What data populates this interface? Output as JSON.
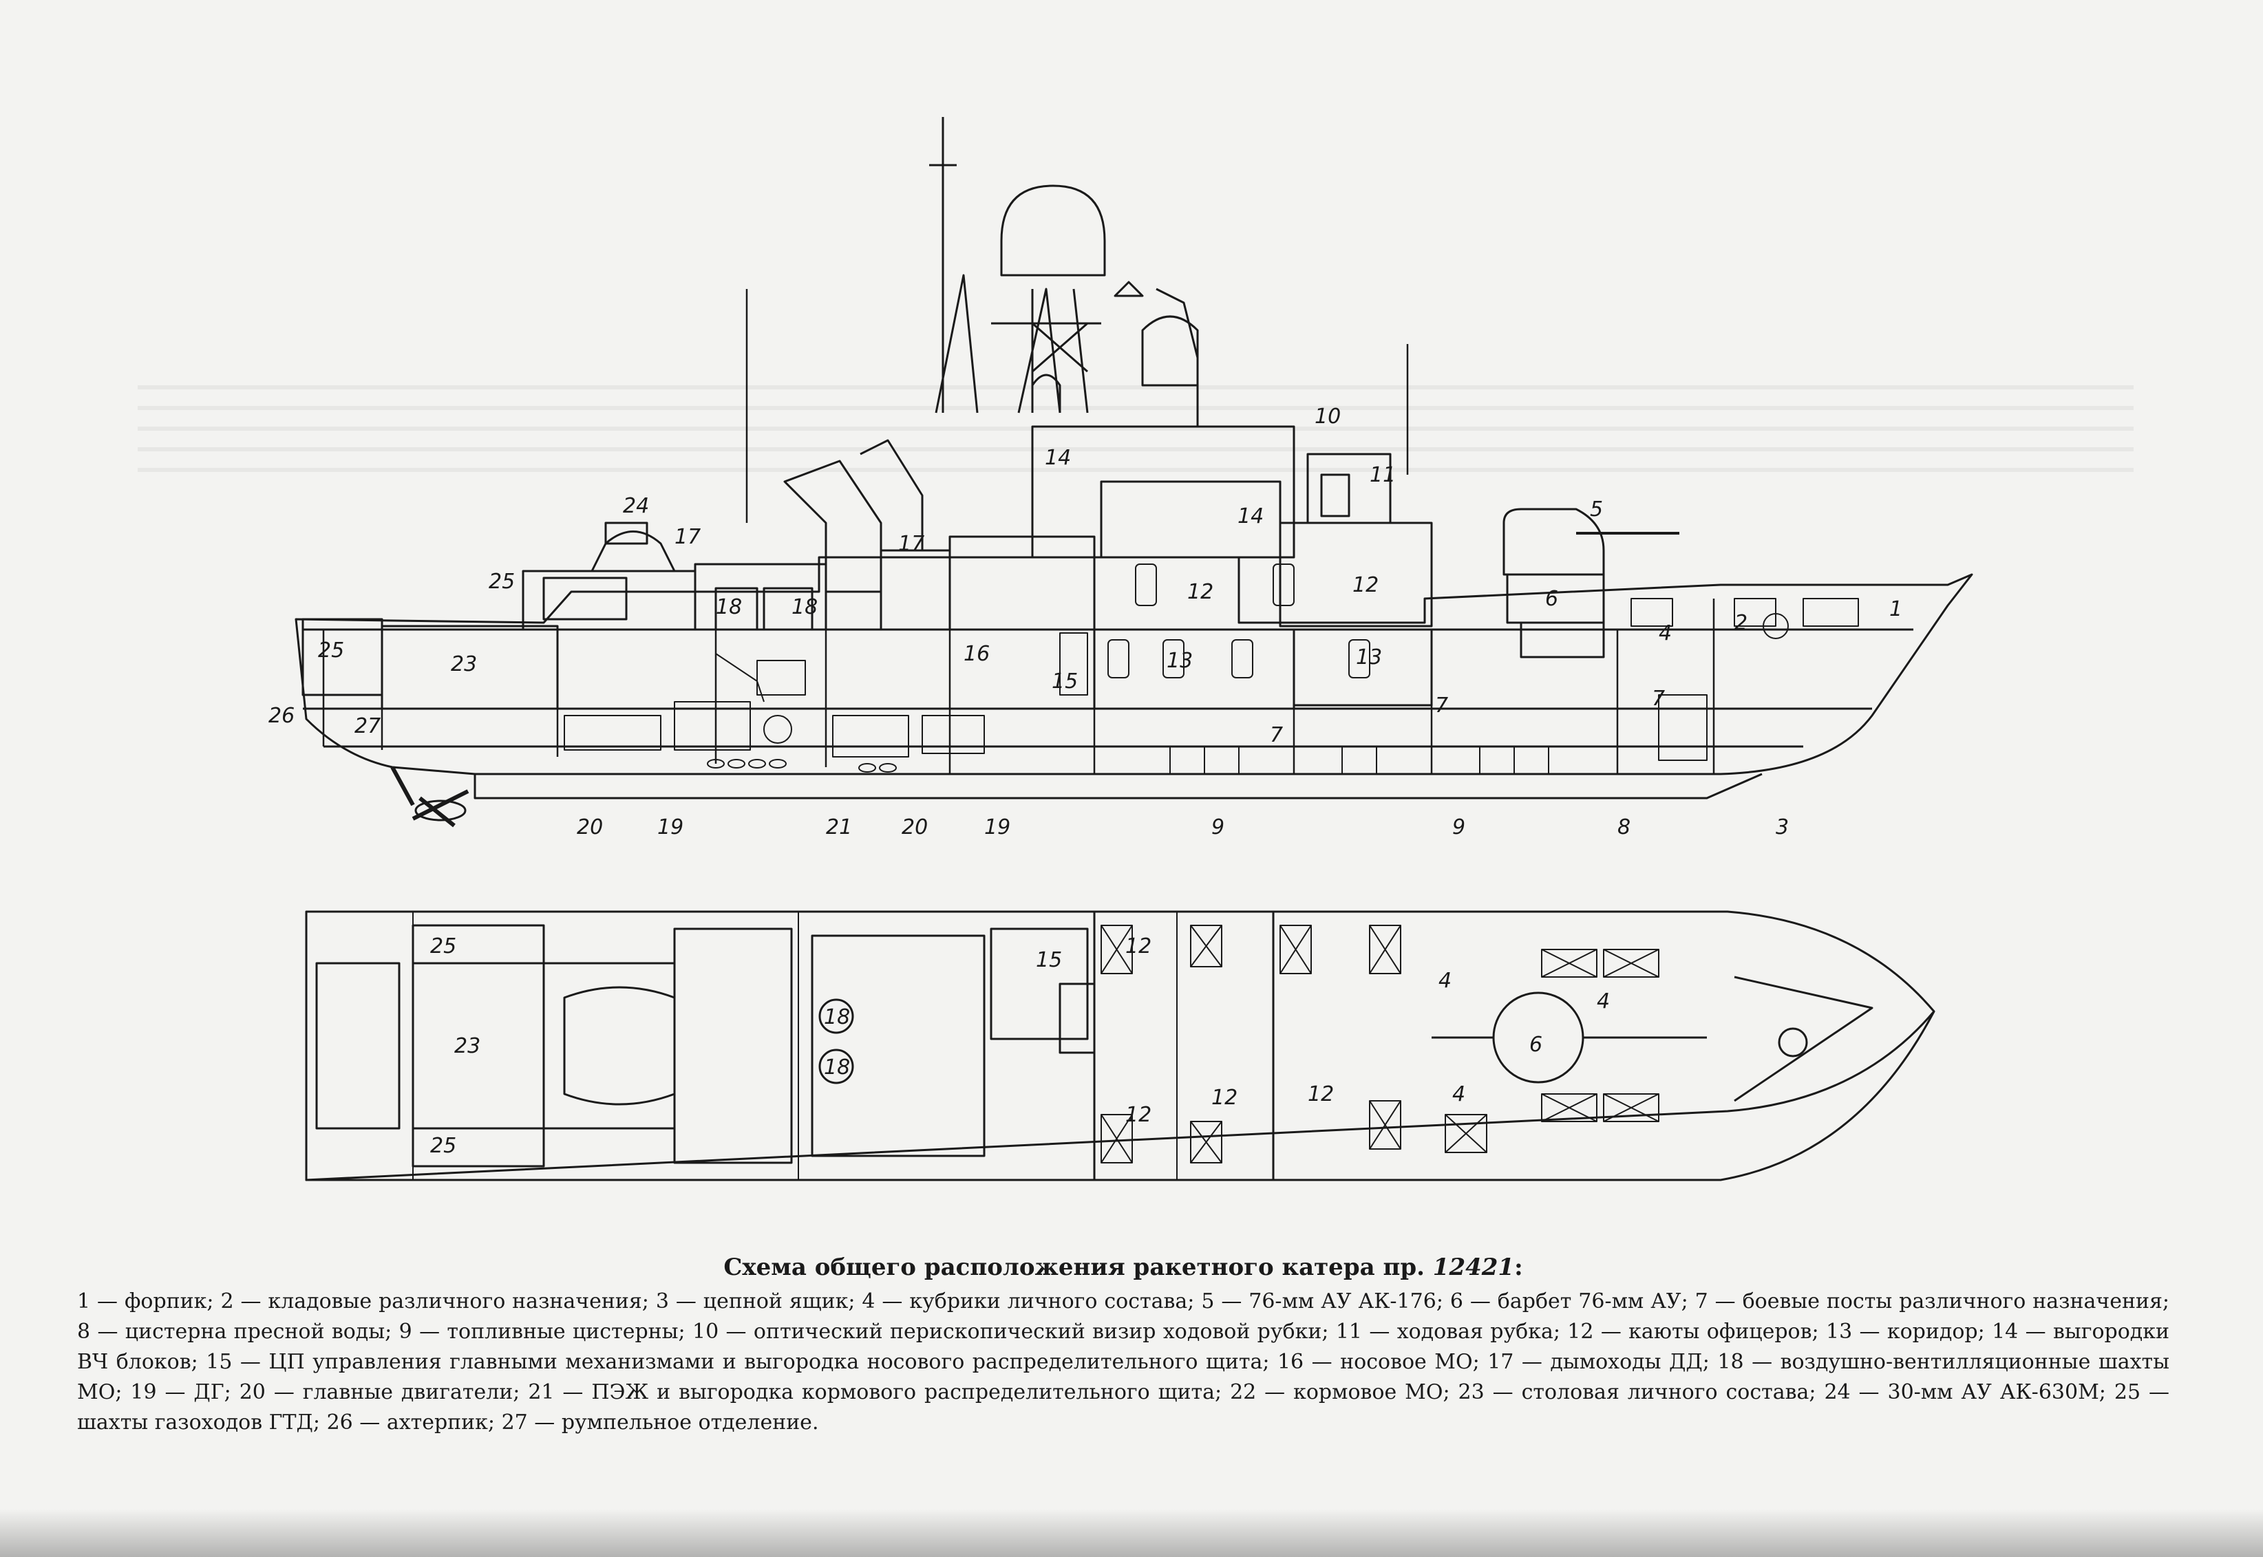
{
  "diagram": {
    "side_view_labels": [
      {
        "id": "c24",
        "text": "24"
      },
      {
        "id": "c25a",
        "text": "25"
      },
      {
        "id": "c25b",
        "text": "25"
      },
      {
        "id": "c23",
        "text": "23"
      },
      {
        "id": "c26",
        "text": "26"
      },
      {
        "id": "c27",
        "text": "27"
      },
      {
        "id": "c17a",
        "text": "17"
      },
      {
        "id": "c17b",
        "text": "17"
      },
      {
        "id": "c18a",
        "text": "18"
      },
      {
        "id": "c18b",
        "text": "18"
      },
      {
        "id": "c14a",
        "text": "14"
      },
      {
        "id": "c14b",
        "text": "14"
      },
      {
        "id": "c16",
        "text": "16"
      },
      {
        "id": "c15",
        "text": "15"
      },
      {
        "id": "c13a",
        "text": "13"
      },
      {
        "id": "c13b",
        "text": "13"
      },
      {
        "id": "c12a",
        "text": "12"
      },
      {
        "id": "c12b",
        "text": "12"
      },
      {
        "id": "c10",
        "text": "10"
      },
      {
        "id": "c11",
        "text": "11"
      },
      {
        "id": "c5",
        "text": "5"
      },
      {
        "id": "c6",
        "text": "6"
      },
      {
        "id": "c4",
        "text": "4"
      },
      {
        "id": "c2",
        "text": "2"
      },
      {
        "id": "c1",
        "text": "1"
      },
      {
        "id": "c7a",
        "text": "7"
      },
      {
        "id": "c7b",
        "text": "7"
      },
      {
        "id": "c7c",
        "text": "7"
      },
      {
        "id": "c20a",
        "text": "20"
      },
      {
        "id": "c19a",
        "text": "19"
      },
      {
        "id": "c21",
        "text": "21"
      },
      {
        "id": "c20b",
        "text": "20"
      },
      {
        "id": "c19b",
        "text": "19"
      },
      {
        "id": "c9a",
        "text": "9"
      },
      {
        "id": "c9b",
        "text": "9"
      },
      {
        "id": "c8",
        "text": "8"
      },
      {
        "id": "c3",
        "text": "3"
      }
    ],
    "plan_view_labels": [
      {
        "id": "p25a",
        "text": "25"
      },
      {
        "id": "p23",
        "text": "23"
      },
      {
        "id": "p25b",
        "text": "25"
      },
      {
        "id": "p18a",
        "text": "18"
      },
      {
        "id": "p18b",
        "text": "18"
      },
      {
        "id": "p15",
        "text": "15"
      },
      {
        "id": "p12a",
        "text": "12"
      },
      {
        "id": "p12b",
        "text": "12"
      },
      {
        "id": "p12c",
        "text": "12"
      },
      {
        "id": "p12d",
        "text": "12"
      },
      {
        "id": "p4a",
        "text": "4"
      },
      {
        "id": "p4b",
        "text": "4"
      },
      {
        "id": "p4c",
        "text": "4"
      },
      {
        "id": "p6",
        "text": "6"
      }
    ]
  },
  "caption": {
    "title": "Схема общего расположения ракетного катера пр.",
    "project_number": "12421",
    "title_suffix": ":",
    "legend": [
      {
        "n": "1",
        "text": "форпик"
      },
      {
        "n": "2",
        "text": "кладовые различного назначения"
      },
      {
        "n": "3",
        "text": "цепной ящик"
      },
      {
        "n": "4",
        "text": "кубрики личного состава"
      },
      {
        "n": "5",
        "text": "76-мм АУ АК-176"
      },
      {
        "n": "6",
        "text": "барбет 76-мм АУ"
      },
      {
        "n": "7",
        "text": "боевые посты различного назначения"
      },
      {
        "n": "8",
        "text": "цистерна пресной воды"
      },
      {
        "n": "9",
        "text": "топливные цистерны"
      },
      {
        "n": "10",
        "text": "оптический перископический визир ходовой рубки"
      },
      {
        "n": "11",
        "text": "ходовая рубка"
      },
      {
        "n": "12",
        "text": "каюты офицеров"
      },
      {
        "n": "13",
        "text": "коридор"
      },
      {
        "n": "14",
        "text": "выгородки ВЧ блоков"
      },
      {
        "n": "15",
        "text": "ЦП управления главными механизмами и выгородка носового распределительного щита"
      },
      {
        "n": "16",
        "text": "носовое МО"
      },
      {
        "n": "17",
        "text": "дымоходы ДД"
      },
      {
        "n": "18",
        "text": "воздушно-вентилляционные шахты МО"
      },
      {
        "n": "19",
        "text": "ДГ"
      },
      {
        "n": "20",
        "text": "главные двигатели"
      },
      {
        "n": "21",
        "text": "ПЭЖ и выгородка кормового распределительного щита"
      },
      {
        "n": "22",
        "text": "кормовое МО"
      },
      {
        "n": "23",
        "text": "столовая личного состава"
      },
      {
        "n": "24",
        "text": "30-мм АУ АК-630М"
      },
      {
        "n": "25",
        "text": "шахты газоходов ГТД"
      },
      {
        "n": "26",
        "text": "ахтерпик"
      },
      {
        "n": "27",
        "text": "румпельное отделение."
      }
    ]
  }
}
